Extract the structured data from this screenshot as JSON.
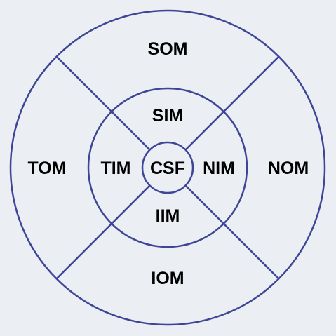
{
  "colors": {
    "background": "#ebeef2",
    "line": "#3d4696",
    "text": "#000000"
  },
  "regions": {
    "outer_superior": "SOM",
    "outer_temporal": "TOM",
    "outer_nasal": "NOM",
    "outer_inferior": "IOM",
    "inner_superior": "SIM",
    "inner_temporal": "TIM",
    "inner_nasal": "NIM",
    "inner_inferior": "IIM",
    "center": "CSF"
  }
}
